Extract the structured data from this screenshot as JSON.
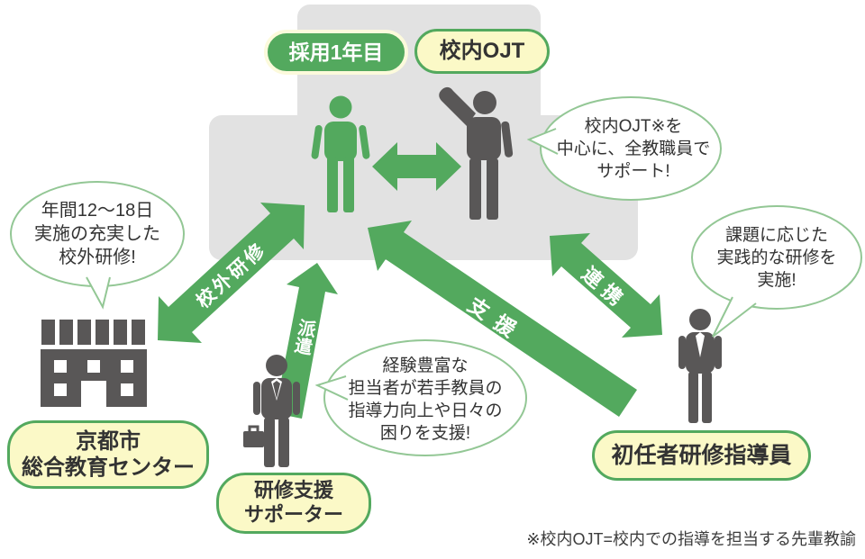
{
  "colors": {
    "green": "#53a95e",
    "pale_yellow": "#fbf9c7",
    "bubble_border": "#93c795",
    "gray_bg": "#e2e2e2",
    "figure_dark": "#595757",
    "text_dark": "#333333"
  },
  "top_labels": {
    "first_year": "採用1年目",
    "school_ojt": "校内OJT"
  },
  "arrows": {
    "offsite": "校外研修",
    "dispatch": "派遣",
    "support": "支援",
    "cooperation": "連携"
  },
  "bubbles": {
    "ojt_support": {
      "lines": [
        "校内OJT※を",
        "中心に、全教職員で",
        "サポート!"
      ]
    },
    "offsite_training": {
      "lines": [
        "年間12〜18日",
        "実施の充実した",
        "校外研修!"
      ]
    },
    "supporter": {
      "lines": [
        "経験豊富な",
        "担当者が若手教員の",
        "指導力向上や日々の",
        "困りを支援!"
      ]
    },
    "practical_training": {
      "lines": [
        "課題に応じた",
        "実践的な研修を",
        "実施!"
      ]
    }
  },
  "entities": {
    "education_center": {
      "line1": "京都市",
      "line2": "総合教育センター"
    },
    "training_supporter": {
      "line1": "研修支援",
      "line2": "サポーター"
    },
    "instructor": {
      "label": "初任者研修指導員"
    }
  },
  "footnote": "※校内OJT=校内での指導を担当する先輩教諭"
}
